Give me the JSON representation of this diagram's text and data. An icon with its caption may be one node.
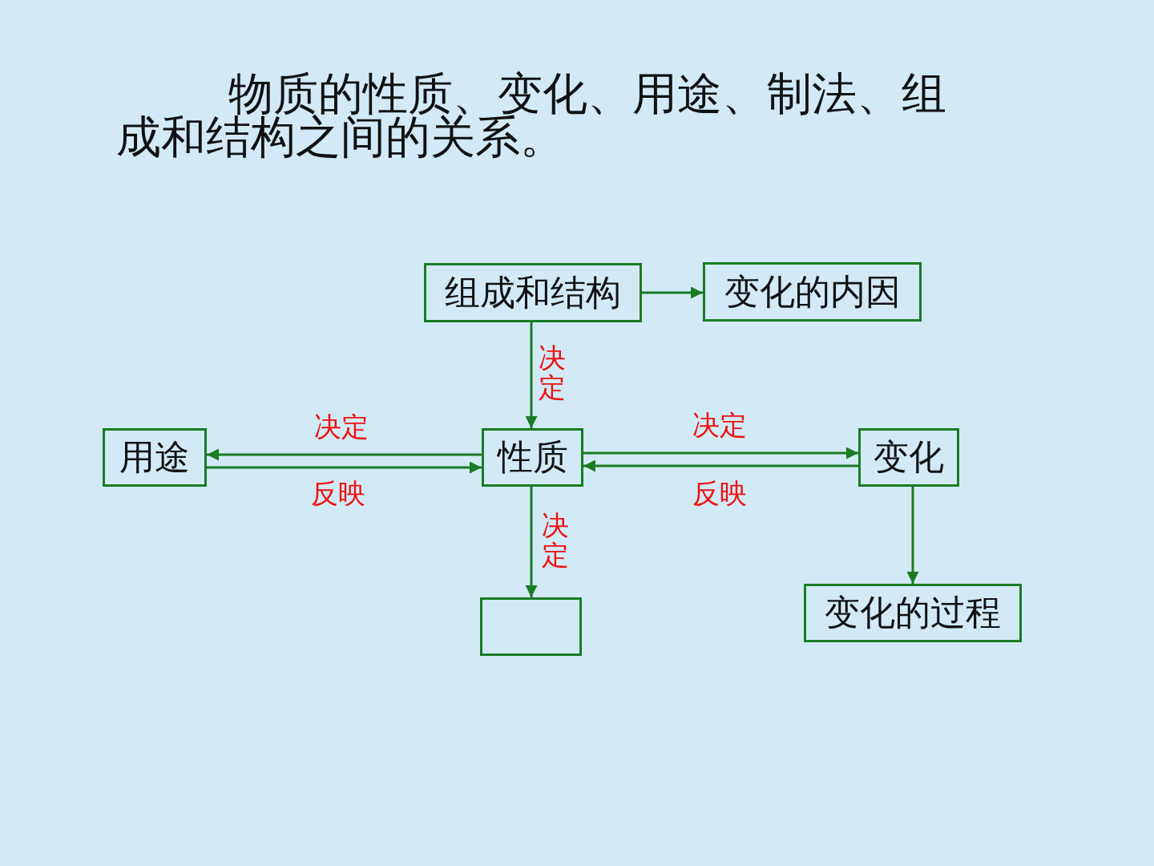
{
  "diagram": {
    "title": "物质的性质、变化、用途、制法、组成和结构之间的关系。",
    "nodes": [
      {
        "text": [
          "组成和结构"
        ]
      },
      {
        "text": [
          "变化的内因"
        ]
      },
      {
        "text": [
          "用途"
        ]
      },
      {
        "text": [
          "性质"
        ]
      },
      {
        "text": [
          "变化"
        ]
      },
      {
        "text": [],
        "shape": "box"
      },
      {
        "text": [
          "变化的过程"
        ]
      }
    ],
    "edges": [
      {
        "from": 0,
        "to": 1,
        "arrow": "to"
      },
      {
        "from": 0,
        "to": 3,
        "arrow": "to",
        "label": "决定"
      },
      {
        "from": 3,
        "to": 2,
        "arrow": "to",
        "label": "决定"
      },
      {
        "from": 2,
        "to": 3,
        "arrow": "to",
        "label": "反映"
      },
      {
        "from": 3,
        "to": 4,
        "arrow": "to",
        "label": "决定"
      },
      {
        "from": 4,
        "to": 3,
        "arrow": "to",
        "label": "反映"
      },
      {
        "from": 3,
        "to": 5,
        "arrow": "to",
        "label": "决定"
      },
      {
        "from": 4,
        "to": 6,
        "arrow": "to"
      }
    ]
  }
}
